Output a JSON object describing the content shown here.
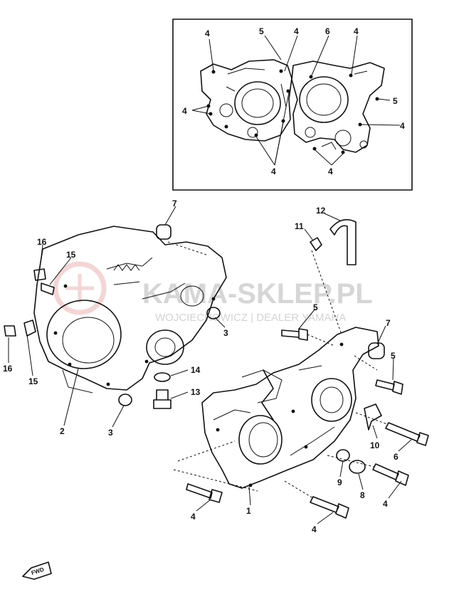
{
  "callouts": {
    "inset_top_4a": "4",
    "inset_top_5": "5",
    "inset_top_4b": "4",
    "inset_top_6": "6",
    "inset_top_4c": "4",
    "inset_left_4": "4",
    "inset_right_5": "5",
    "inset_right_4": "4",
    "inset_bottom_4a": "4",
    "inset_bottom_4b": "4",
    "p7_left": "7",
    "p16_top": "16",
    "p15_top": "15",
    "p16_left": "16",
    "p15_bottom": "15",
    "p3_right": "3",
    "p14": "14",
    "p13": "13",
    "p2": "2",
    "p3_bottom": "3",
    "p12": "12",
    "p11": "11",
    "p5_top": "5",
    "p7_right": "7",
    "p5_right": "5",
    "p10": "10",
    "p6": "6",
    "p9": "9",
    "p8": "8",
    "p4_right": "4",
    "p1": "1",
    "p4_left": "4",
    "p4_bottom": "4"
  },
  "watermark": {
    "brand": "KAMA-SKLEP.PL",
    "dealer": "WOJCIECHOWICZ | DEALER YAMAHA"
  },
  "fwd_marker": {
    "label": "FWD"
  }
}
